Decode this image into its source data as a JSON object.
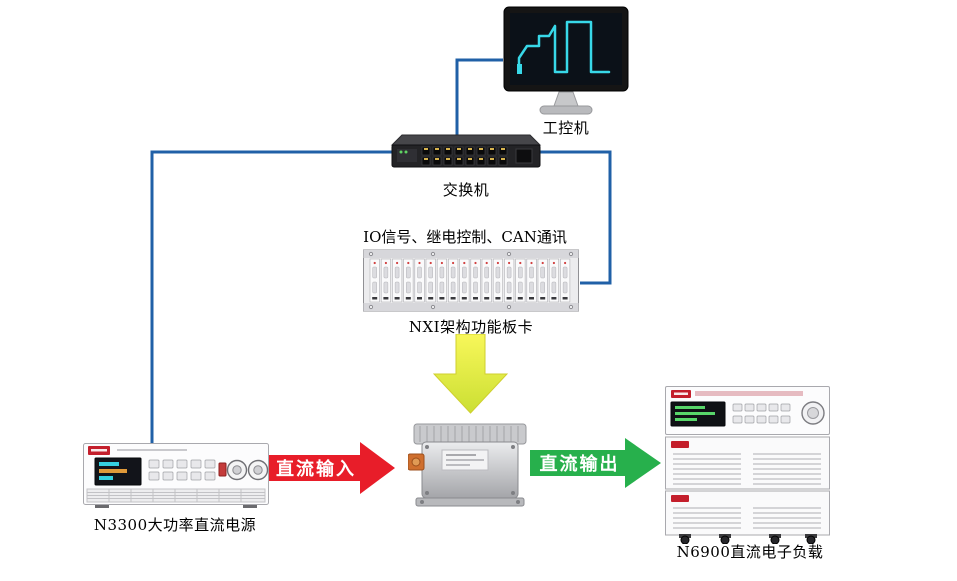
{
  "nodes": {
    "ipc": {
      "label": "工控机"
    },
    "switch": {
      "label": "交换机"
    },
    "nxi": {
      "label": "NXI架构功能板卡",
      "caption": "IO信号、继电控制、CAN通讯"
    },
    "psu": {
      "label": "N3300大功率直流电源"
    },
    "load": {
      "label": "N6900直流电子负载"
    }
  },
  "arrows": {
    "dc_input": {
      "label": "直流输入",
      "color": "#e81d29"
    },
    "dc_output": {
      "label": "直流输出",
      "color": "#27b04c"
    },
    "down": {
      "color_top": "#f8f75a",
      "color_bottom": "#cbdf33"
    }
  },
  "connections": {
    "color": "#2060a7"
  }
}
